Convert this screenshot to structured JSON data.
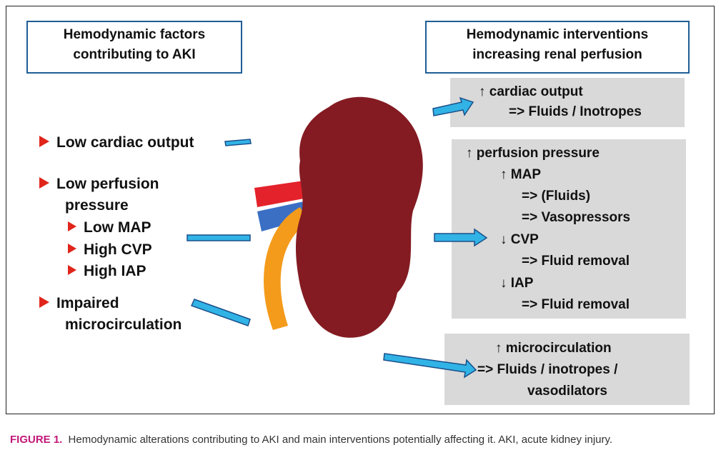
{
  "left_header": {
    "line1": "Hemodynamic factors",
    "line2": "contributing to AKI"
  },
  "right_header": {
    "line1": "Hemodynamic interventions",
    "line2": "increasing renal perfusion"
  },
  "factors": {
    "low_cardiac_output": "Low cardiac output",
    "low_perfusion_1": "Low perfusion",
    "low_perfusion_2": "pressure",
    "low_map": "Low MAP",
    "high_cvp": "High CVP",
    "high_iap": "High IAP",
    "impaired_1": "Impaired",
    "impaired_2": "microcirculation"
  },
  "interventions": {
    "box1": {
      "line1": "↑ cardiac output",
      "line2": "=> Fluids / Inotropes"
    },
    "box2": {
      "line1": "↑ perfusion pressure",
      "line2": "↑ MAP",
      "line3": "=> (Fluids)",
      "line4": "=> Vasopressors",
      "line5": "↓ CVP",
      "line6": "=> Fluid removal",
      "line7": "↓ IAP",
      "line8": "=> Fluid removal"
    },
    "box3": {
      "line1": "↑ microcirculation",
      "line2": "=> Fluids / inotropes /",
      "line3": "vasodilators"
    }
  },
  "colors": {
    "kidney": "#841b22",
    "artery": "#e4222b",
    "vein": "#3a6fc4",
    "ureter": "#f49b1b",
    "arrow_fill": "#31b3e6",
    "arrow_stroke": "#1a4f8a",
    "bullet": "#e0251b",
    "grey_box": "#d9d9d9"
  },
  "caption": {
    "label": "FIGURE 1.",
    "text": "Hemodynamic alterations contributing to AKI and main interventions potentially affecting it. AKI, acute kidney injury."
  }
}
